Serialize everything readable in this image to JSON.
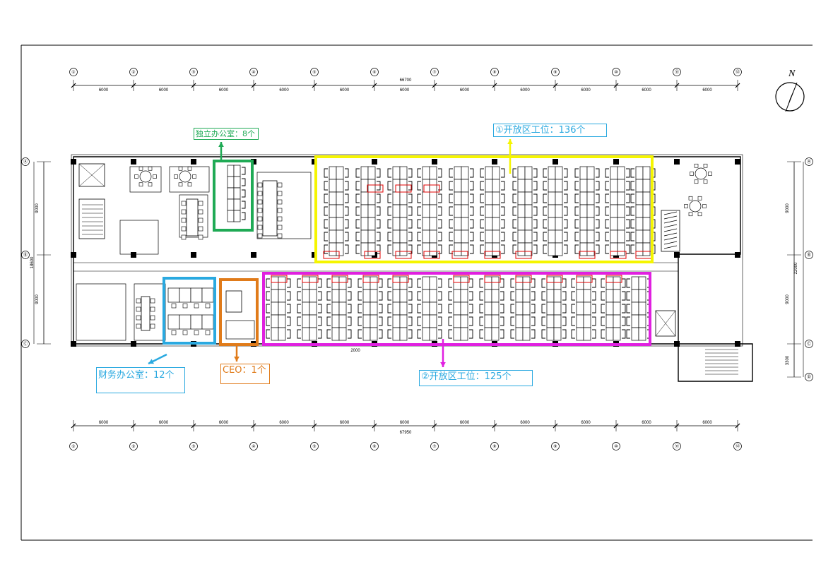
{
  "north_label": "N",
  "annotations": {
    "open_area_1": {
      "text": "①开放区工位：136个",
      "color": "#f5f500",
      "text_color": "#2aa9e0"
    },
    "open_area_2": {
      "text": "②开放区工位：125个",
      "color": "#e020e0",
      "text_color": "#2aa9e0"
    },
    "private_office": {
      "text": "独立办公室：8个",
      "color": "#1faa55",
      "text_color": "#1faa55"
    },
    "finance_office": {
      "text": "财务办公室：12个",
      "color": "#2aa9e0",
      "text_color": "#2aa9e0"
    },
    "ceo_office": {
      "text": "CEO：1个",
      "color": "#e07b1a",
      "text_color": "#e07b1a"
    }
  },
  "dimensions": {
    "top_total": "66700",
    "bottom_total": "67950",
    "span_top": [
      "6000",
      "6000",
      "6000",
      "6000",
      "6000",
      "6000",
      "6000",
      "6000",
      "6000",
      "6000",
      "6000"
    ],
    "span_bottom": [
      "6000",
      "6000",
      "6000",
      "6000",
      "6000",
      "6000",
      "6000",
      "6000",
      "6000",
      "6000",
      "6000"
    ],
    "left_spans": [
      "9000",
      "9000"
    ],
    "left_total": "18600",
    "right_spans": [
      "9000",
      "9000",
      "3300"
    ],
    "right_total": "22000",
    "center_small": "2000"
  },
  "grid_axes": {
    "columns": [
      "①",
      "②",
      "③",
      "④",
      "⑤",
      "⑥",
      "⑦",
      "⑧",
      "⑨",
      "⑩",
      "⑪",
      "⑫"
    ],
    "rows_left": [
      "Ⓐ",
      "Ⓑ",
      "Ⓒ"
    ],
    "rows_right": [
      "Ⓐ",
      "Ⓑ",
      "Ⓒ",
      "Ⓓ"
    ]
  }
}
